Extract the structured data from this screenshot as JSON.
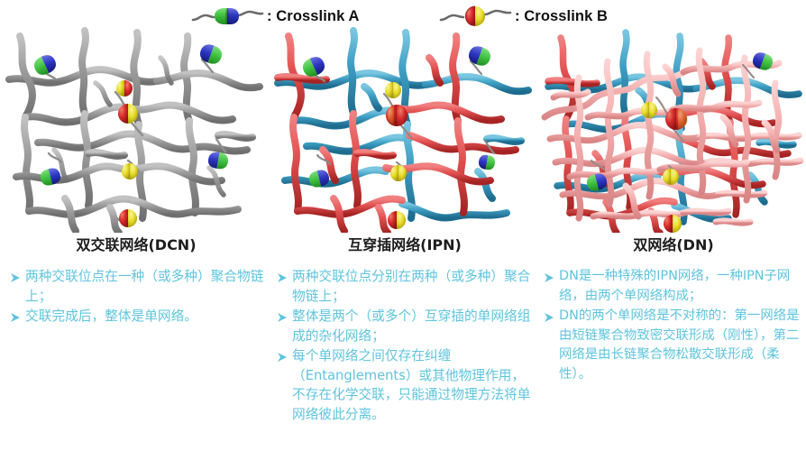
{
  "legend": {
    "items": [
      {
        "icon": "crosslink-a-barrel-icon",
        "separator": ":",
        "label": ": Crosslink A",
        "colors": {
          "primary": "#3fc03f",
          "secondary": "#2b35c0",
          "chain": "#6b6b6b"
        }
      },
      {
        "icon": "crosslink-b-sphere-icon",
        "separator": ":",
        "label": ": Crosslink B",
        "colors": {
          "primary": "#d62a2a",
          "secondary": "#e8dc2a",
          "chain": "#6b6b6b"
        }
      }
    ]
  },
  "panels": [
    {
      "id": "dcn",
      "caption": "双交联网络(DCN)",
      "chain_colors": [
        "#9a9a9a"
      ],
      "crosslinks": [
        "crosslink-a",
        "crosslink-b"
      ]
    },
    {
      "id": "ipn",
      "caption": "互穿插网络(IPN)",
      "chain_colors": [
        "#e35252",
        "#3f9fc4"
      ],
      "crosslinks": [
        "crosslink-a",
        "crosslink-b"
      ]
    },
    {
      "id": "dn",
      "caption": "双网络(DN)",
      "chain_colors": [
        "#e35252",
        "#3f9fc4",
        "#f4b0b0"
      ],
      "crosslinks": [
        "crosslink-a",
        "crosslink-b"
      ]
    }
  ],
  "columns": [
    {
      "id": "dcn-notes",
      "bullets": [
        "两种交联位点在一种（或多种）聚合物链上；",
        "交联完成后，整体是单网络。"
      ]
    },
    {
      "id": "ipn-notes",
      "bullets": [
        "两种交联位点分别在两种（或多种）聚合物链上；",
        "整体是两个（或多个）互穿插的单网络组成的杂化网络；",
        "每个单网络之间仅存在纠缠（Entanglements）或其他物理作用，不存在化学交联，只能通过物理方法将单网络彼此分离。"
      ]
    },
    {
      "id": "dn-notes",
      "bullets": [
        "DN是一种特殊的IPN网络，一种IPN子网络，由两个单网络构成；",
        "DN的两个单网络是不对称的：第一网络是由短链聚合物致密交联形成（刚性），第二网络是由长链聚合物松散交联形成（柔性）。"
      ]
    }
  ],
  "theme": {
    "text_color": "#5fc4de",
    "caption_color": "#1d1d1d",
    "legend_label_color": "#111111",
    "background": "#ffffff"
  }
}
